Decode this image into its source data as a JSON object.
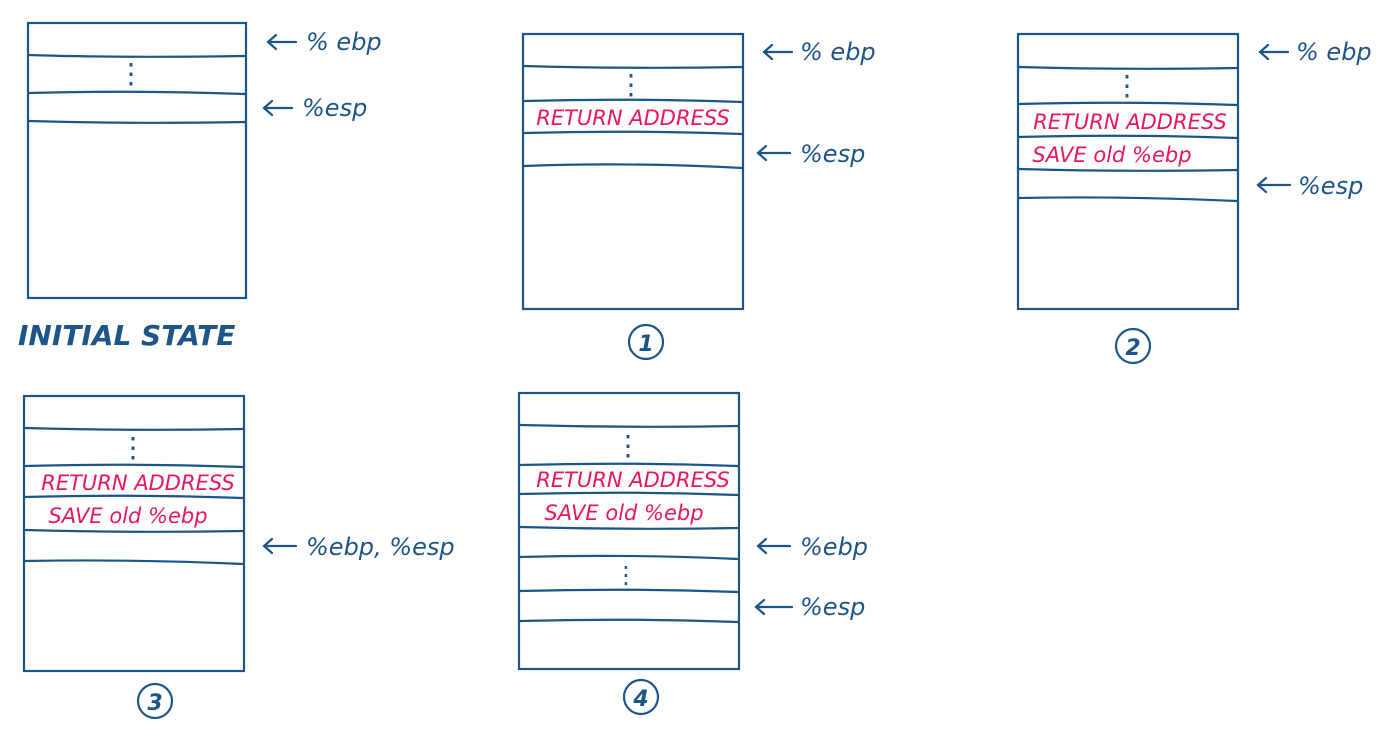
{
  "colors": {
    "ink": "#1d5588",
    "highlight": "#e8175d",
    "background": "#ffffff"
  },
  "labels": {
    "ebp": "% ebp",
    "esp": "%esp",
    "esp_ebp": "%ebp, %esp",
    "ebp_only": "%ebp",
    "return_address": "RETURN ADDRESS",
    "save_old_ebp": "SAVE old %ebp",
    "dots": "⋮"
  },
  "states": [
    {
      "caption": "INITIAL STATE"
    },
    {
      "caption": "1"
    },
    {
      "caption": "2"
    },
    {
      "caption": "3"
    },
    {
      "caption": "4"
    }
  ]
}
